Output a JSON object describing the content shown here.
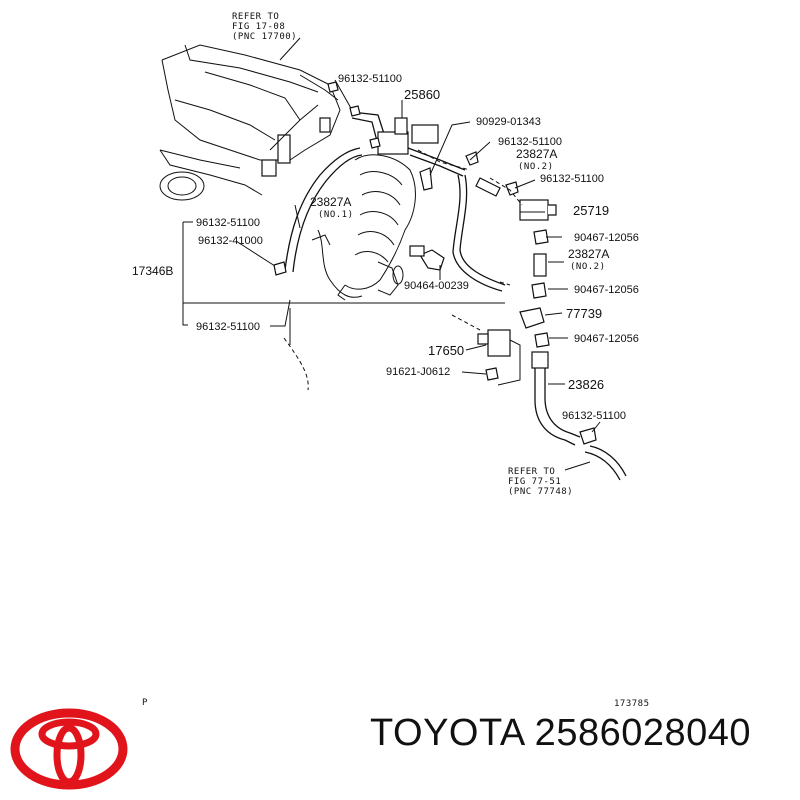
{
  "diagram": {
    "refer_top": [
      "REFER TO",
      "FIG 17-08",
      "(PNC 17700)"
    ],
    "refer_bottom": [
      "REFER TO",
      "FIG 77-51",
      "(PNC 77748)"
    ],
    "callouts": {
      "c1": "96132-51100",
      "c2": "25860",
      "c3": "90929-01343",
      "c4": "96132-51100",
      "c5": "23827A",
      "c5b": "(NO.2)",
      "c6": "96132-51100",
      "c7": "25719",
      "c8": "23827A",
      "c8b": "(NO.1)",
      "c9": "96132-51100",
      "c10": "96132-41000",
      "c11": "90467-12056",
      "c12": "23827A",
      "c12b": "(NO.2)",
      "c13": "17346B",
      "c14": "90464-00239",
      "c15": "90467-12056",
      "c16": "77739",
      "c17": "96132-51100",
      "c18": "90467-12056",
      "c19": "17650",
      "c20": "91621-J0612",
      "c21": "23826",
      "c22": "96132-51100"
    },
    "corner_letter": "P",
    "figure_number": "173785"
  },
  "footer": {
    "brand_text": "TOYOTA 2586028040",
    "logo_icon": "toyota-logo-icon",
    "logo_color": "#e1141c"
  }
}
